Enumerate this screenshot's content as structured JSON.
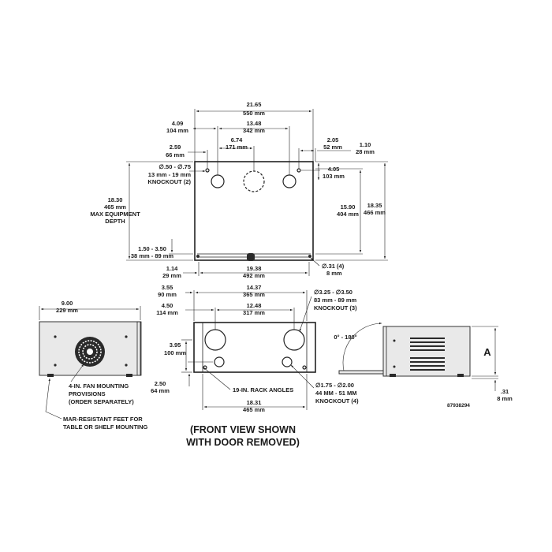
{
  "top_view": {
    "overall_width_in": "21.65",
    "overall_width_mm": "550 mm",
    "knockout_left_in": "4.09",
    "knockout_left_mm": "104 mm",
    "knockout_span_in": "13.48",
    "knockout_span_mm": "342 mm",
    "knockout_mid_in": "6.74",
    "knockout_mid_mm": "171 mm",
    "small_offset_in": "2.59",
    "small_offset_mm": "66 mm",
    "right_offset_in": "2.05",
    "right_offset_mm": "52 mm",
    "flange_in": "1.10",
    "flange_mm": "28 mm",
    "knockout_top_in": "4.05",
    "knockout_top_mm": "103 mm",
    "knockout_note_1": "∅.50 - ∅.75",
    "knockout_note_2": "13 mm - 19 mm",
    "knockout_note_3": "KNOCKOUT (2)",
    "max_depth_in": "18.30",
    "max_depth_mm": "465 mm",
    "max_depth_label_1": "MAX EQUIPMENT",
    "max_depth_label_2": "DEPTH",
    "inner_depth_in": "15.90",
    "inner_depth_mm": "404 mm",
    "outer_depth_in": "18.35",
    "outer_depth_mm": "466 mm",
    "range_in": "1.50 - 3.50",
    "range_mm": "38 mm - 89 mm",
    "rail_offset_in": "1.14",
    "rail_offset_mm": "29 mm",
    "rail_width_in": "19.38",
    "rail_width_mm": "492 mm",
    "hole_in": "∅.31 (4)",
    "hole_mm": "8 mm"
  },
  "front_view": {
    "h1_in": "3.55",
    "h1_mm": "90 mm",
    "w1_in": "14.37",
    "w1_mm": "365 mm",
    "h2_in": "4.50",
    "h2_mm": "114 mm",
    "w2_in": "12.48",
    "w2_mm": "317 mm",
    "v1_in": "3.95",
    "v1_mm": "100 mm",
    "v2_in": "2.50",
    "v2_mm": "64 mm",
    "width_in": "18.31",
    "width_mm": "465 mm",
    "large_ko_1": "∅3.25 - ∅3.50",
    "large_ko_2": "83 mm - 89 mm",
    "large_ko_3": "KNOCKOUT (3)",
    "small_ko_1": "∅1.75 - ∅2.00",
    "small_ko_2": "44 MM - 51 MM",
    "small_ko_3": "KNOCKOUT (4)",
    "rack_angles": "19-IN. RACK ANGLES",
    "caption_1": "(FRONT VIEW SHOWN",
    "caption_2": "WITH DOOR REMOVED)"
  },
  "side_view": {
    "depth_in": "9.00",
    "depth_mm": "229 mm",
    "fan_1": "4-IN. FAN MOUNTING",
    "fan_2": "PROVISIONS",
    "fan_3": "(ORDER SEPARATELY)",
    "feet_1": "MAR-RESISTANT FEET FOR",
    "feet_2": "TABLE OR SHELF MOUNTING"
  },
  "right_view": {
    "door_angle": "0° - 180°",
    "height_label": "A",
    "foot_in": ".31",
    "foot_mm": "8 mm",
    "part_number": "87938294"
  },
  "colors": {
    "line": "#222222",
    "fill": "#ffffff"
  }
}
